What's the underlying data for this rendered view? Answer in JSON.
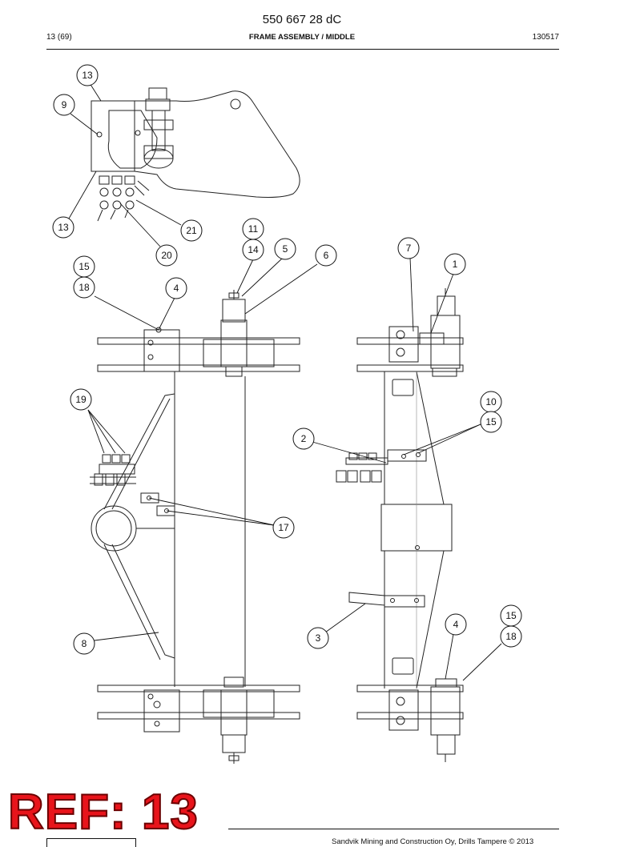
{
  "header": {
    "doc_number": "550 667 28 dC",
    "page": "13 (69)",
    "title": "FRAME ASSEMBLY / MIDDLE",
    "code": "130517"
  },
  "callouts": [
    "13",
    "9",
    "13",
    "21",
    "20",
    "11",
    "14",
    "5",
    "6",
    "7",
    "1",
    "15",
    "18",
    "4",
    "19",
    "10",
    "15",
    "2",
    "17",
    "3",
    "4",
    "15",
    "18",
    "8"
  ],
  "ref_tag": "REF: 13",
  "footer": {
    "copyright": "Sandvik Mining and Construction Oy, Drills Tampere © 2013"
  }
}
